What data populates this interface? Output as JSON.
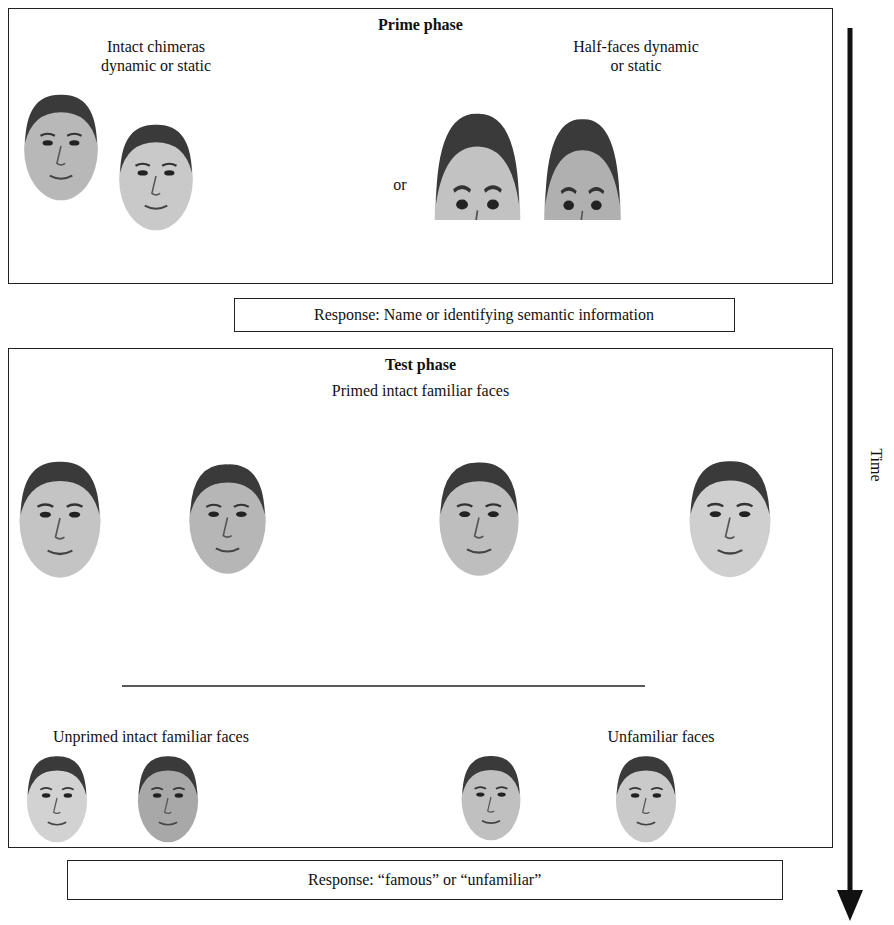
{
  "diagram": {
    "nodes": [
      {
        "text": [
          "Prime phase",
          "Intact chimeras dynamic or static",
          "or",
          "Half-faces dynamic or static"
        ]
      },
      {
        "text": [
          "Response: Name or identifying semantic information"
        ]
      },
      {
        "text": [
          "Test phase",
          "Primed intact familiar faces",
          "Unprimed intact familiar faces",
          "Unfamiliar faces"
        ]
      },
      {
        "text": [
          "Response: “famous” or “unfamiliar”"
        ]
      }
    ],
    "labels": [
      "Time"
    ]
  }
}
